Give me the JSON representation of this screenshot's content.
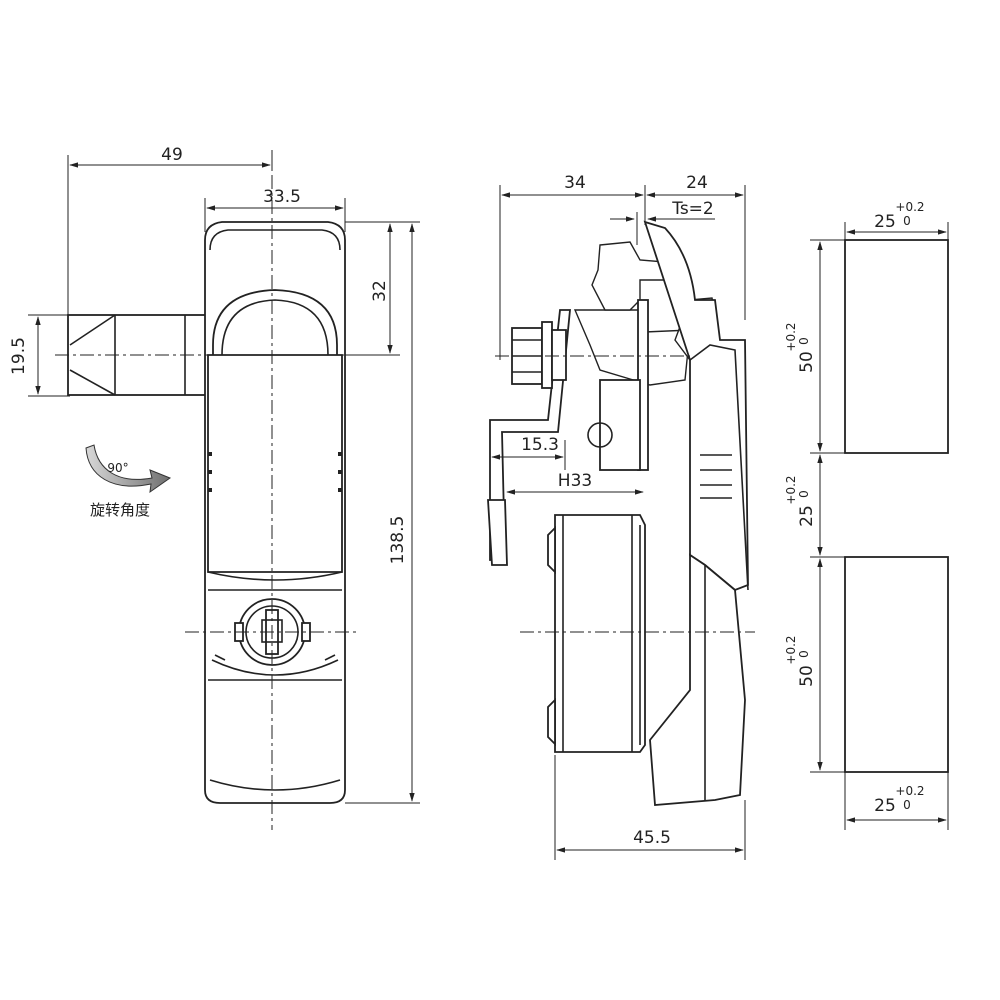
{
  "front_view": {
    "dim_width_total": "49",
    "dim_width_handle": "33.5",
    "dim_height_top": "32",
    "dim_height_total": "138.5",
    "dim_tongue_height": "19.5",
    "rotation_angle": "90°",
    "rotation_label": "旋转角度"
  },
  "side_view": {
    "dim_left": "34",
    "dim_right": "24",
    "dim_panel_thickness": "Ts=2",
    "dim_15_3": "15.3",
    "dim_h33": "H33",
    "dim_depth": "45.5"
  },
  "cutout_view": {
    "top_width": "25",
    "top_width_tol_upper": "+0.2",
    "top_width_tol_lower": "0",
    "upper_height": "50",
    "upper_height_tol_upper": "+0.2",
    "upper_height_tol_lower": "0",
    "gap_height": "25",
    "gap_height_tol_upper": "+0.2",
    "gap_height_tol_lower": "0",
    "lower_height": "50",
    "lower_height_tol_upper": "+0.2",
    "lower_height_tol_lower": "0",
    "bottom_width": "25",
    "bottom_width_tol_upper": "+0.2",
    "bottom_width_tol_lower": "0"
  }
}
